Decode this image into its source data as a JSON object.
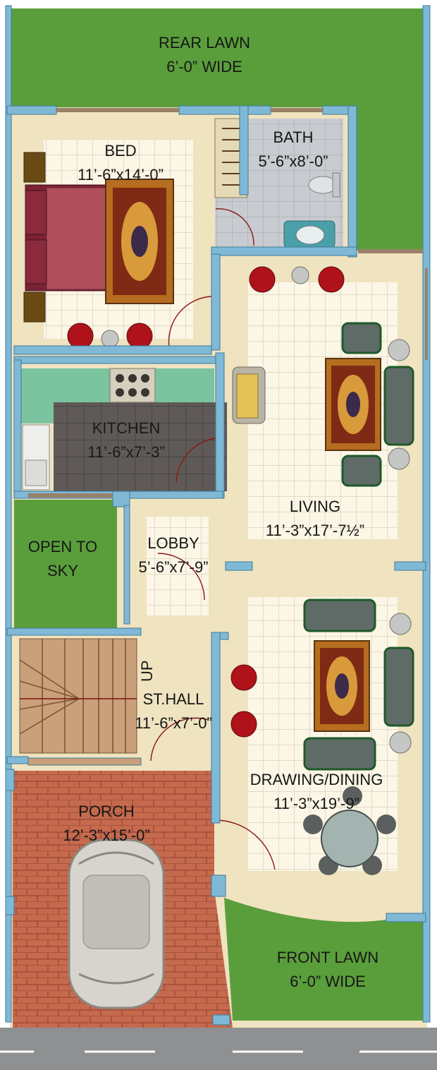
{
  "rooms": {
    "rear_lawn": {
      "name": "REAR LAWN",
      "size": "6’-0” WIDE"
    },
    "bed": {
      "name": "BED",
      "size": "11’-6”x14’-0”"
    },
    "bath": {
      "name": "BATH",
      "size": "5’-6”x8’-0”"
    },
    "kitchen": {
      "name": "KITCHEN",
      "size": "11’-6”x7’-3”"
    },
    "living": {
      "name": "LIVING",
      "size": "11’-3”x17’-7½”"
    },
    "open_to_sky": {
      "name": "OPEN TO",
      "size": "SKY"
    },
    "lobby": {
      "name": "LOBBY",
      "size": "5’-6”x7’-9”"
    },
    "stair_hall": {
      "name": "ST.HALL",
      "size": "11’-6”x7’-0”"
    },
    "stair_dir": "UP",
    "drawing_dining": {
      "name": "DRAWING/DINING",
      "size": "11’-3”x19’-9”"
    },
    "porch": {
      "name": "PORCH",
      "size": "12’-3”x15’-0”"
    },
    "front_lawn": {
      "name": "FRONT LAWN",
      "size": "6’-0” WIDE"
    }
  },
  "colors": {
    "lawn": "#5a9e3c",
    "wall": "#7fb9d6",
    "floor": "#efe3c0",
    "tile": "#fbf6e6",
    "kitchen_floor": "#5f5a57",
    "bath_floor": "#c8ccd0",
    "porch_brick": "#c66a4e",
    "road": "#8f9092",
    "bed_cover": "#b04f5c",
    "chair": "#b0121a",
    "sofa": "#5f6b67",
    "counter": "#7cc3a0",
    "rug": "#b56d1f",
    "car": "#d6d4cd"
  }
}
